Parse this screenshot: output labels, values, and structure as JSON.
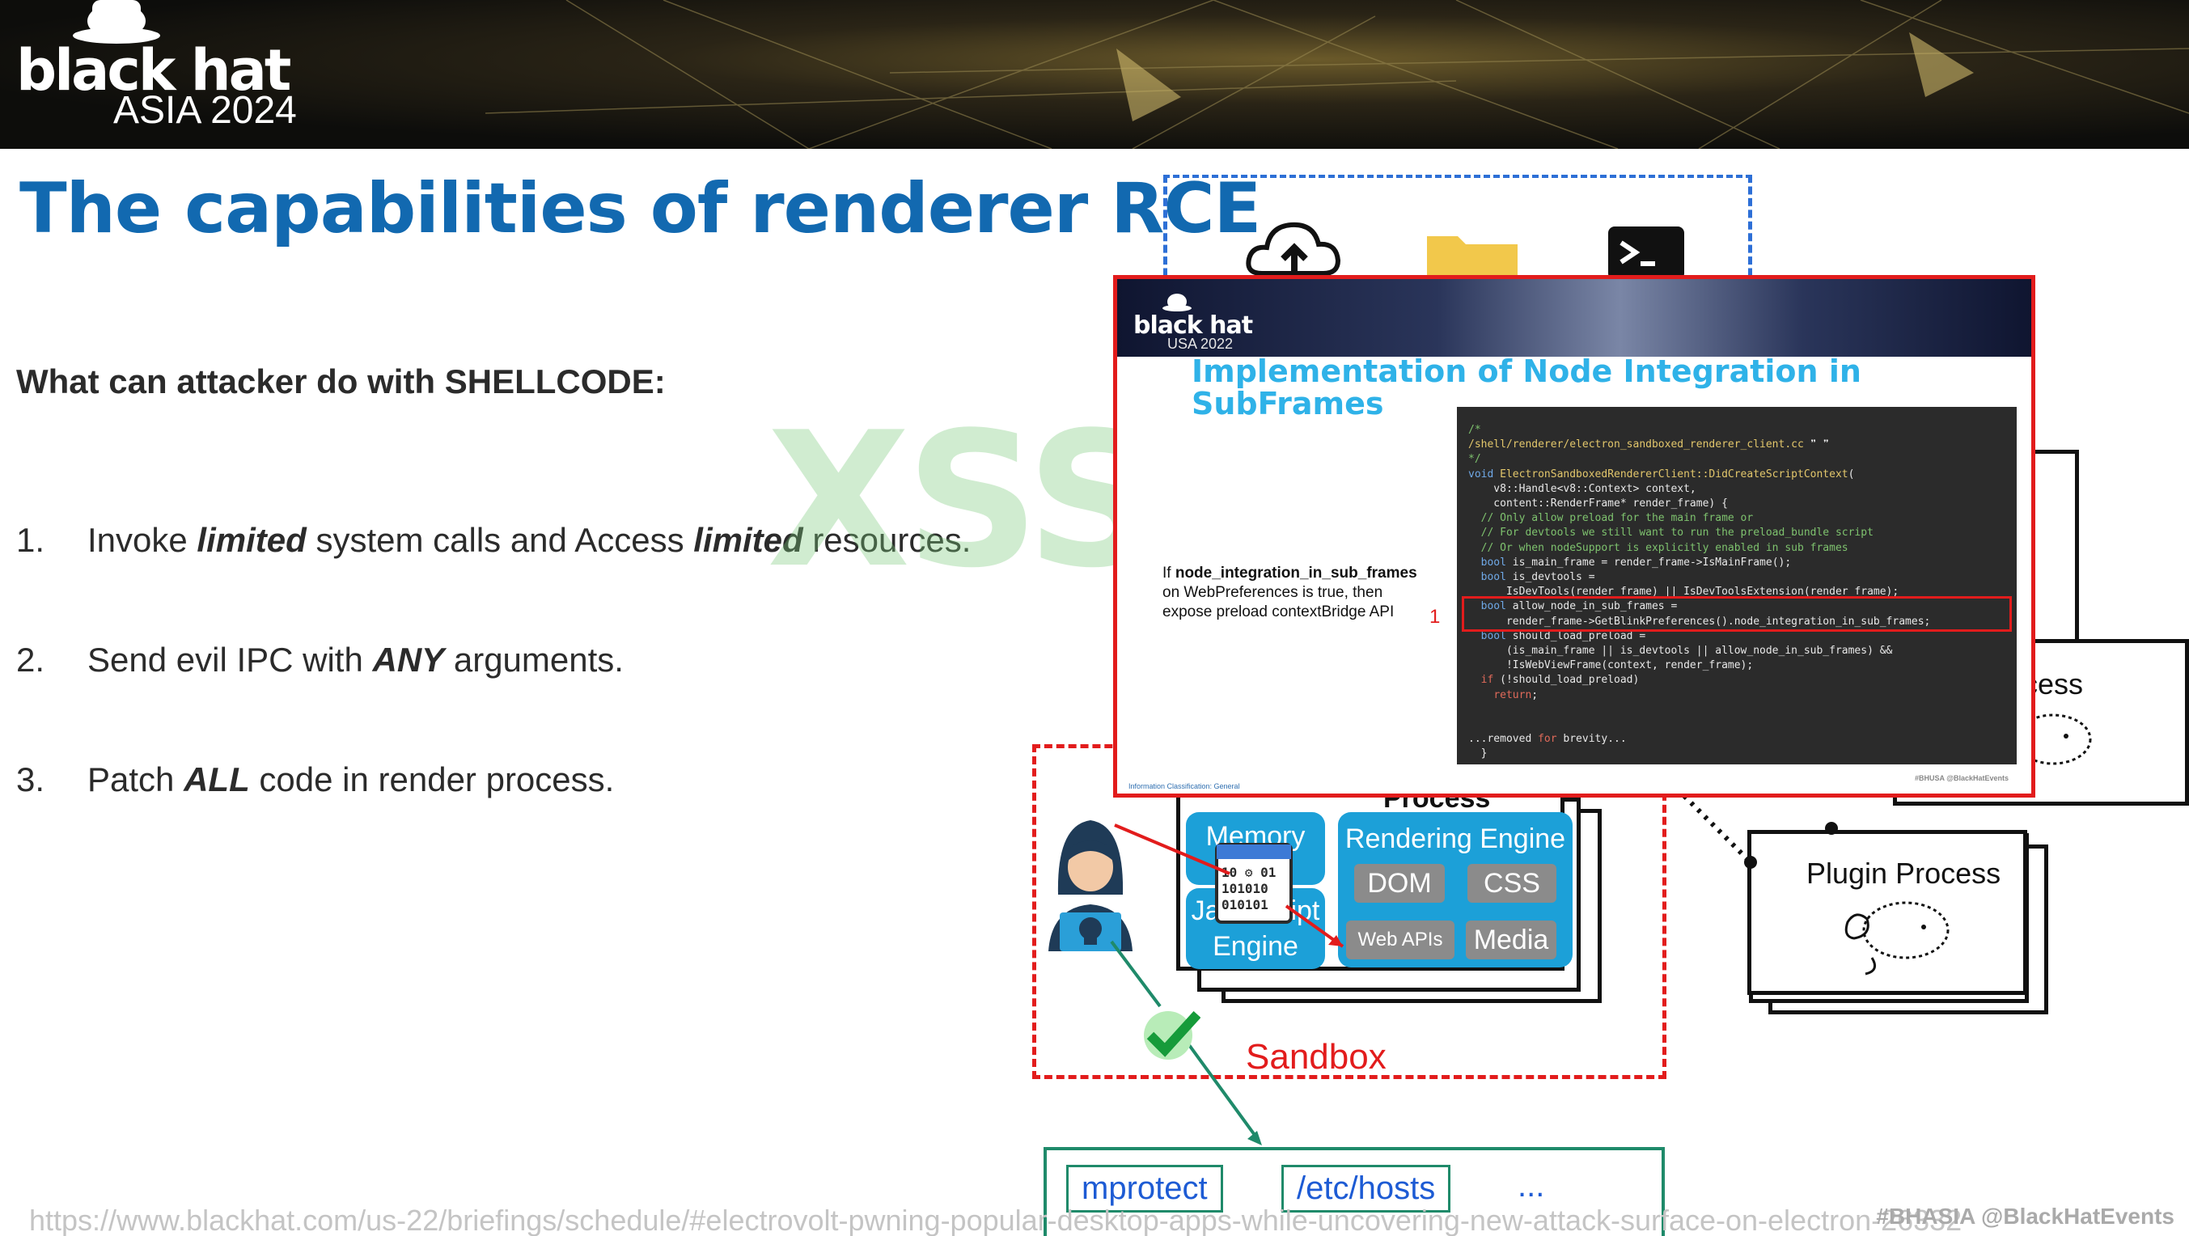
{
  "banner": {
    "logo_word": "black hat",
    "logo_sub": "ASIA 2024",
    "logo_icon": "blackhat-hat-logo"
  },
  "slide": {
    "title": "The capabilities of renderer RCE",
    "subtitle": "What can attacker do with SHELLCODE:",
    "items": [
      {
        "num": "1.",
        "pre": "Invoke ",
        "em1": "limited",
        "mid": " system calls and Access ",
        "em2": "limited",
        "post": " resources."
      },
      {
        "num": "2.",
        "pre": "Send evil IPC with ",
        "em1": "ANY",
        "post": " arguments."
      },
      {
        "num": "3.",
        "pre": "Patch ",
        "em1": "ALL",
        "post": " code in render process."
      }
    ],
    "watermark": "XSS.is"
  },
  "diagram": {
    "top_icons": [
      "cloud-upload-icon",
      "folder-icon",
      "terminal-icon"
    ],
    "plugin_label": "Plugin Process",
    "gpu_label_fragment": "Process",
    "renderer_label": "Process",
    "sandbox_label": "Sandbox",
    "memory_label": "Memory",
    "js_engine_label": "JavaScript Engine",
    "rendering_engine_label": "Rendering Engine",
    "dom_label": "DOM",
    "css_label": "CSS",
    "webapis_label": "Web APIs",
    "media_label": "Media",
    "exit_items": [
      "mprotect",
      "/etc/hosts",
      "..."
    ],
    "colors": {
      "sandbox": "#e21c1c",
      "engine": "#1ca0d8",
      "dashed": "#2d6fd6",
      "exit": "#1f8a6a"
    }
  },
  "inset": {
    "logo_word": "black hat",
    "logo_sub": "USA 2022",
    "title": "Implementation of Node Integration in SubFrames",
    "note_pre": "If ",
    "note_bold": "node_integration_in_sub_frames",
    "note_post": " on WebPreferences is true, then expose preload contextBridge API",
    "marker": "1",
    "foot_left": "Information Classification: General",
    "foot_right": "#BHUSA   @BlackHatEvents",
    "code_path": "/shell/renderer/electron_sandboxed_renderer_client.cc"
  },
  "footer": {
    "url": "https://www.blackhat.com/us-22/briefings/schedule/#electrovolt-pwning-popular-desktop-apps-while-uncovering-new-attack-surface-on-electron-26332",
    "tag": "#BHASIA   @BlackHatEvents"
  }
}
